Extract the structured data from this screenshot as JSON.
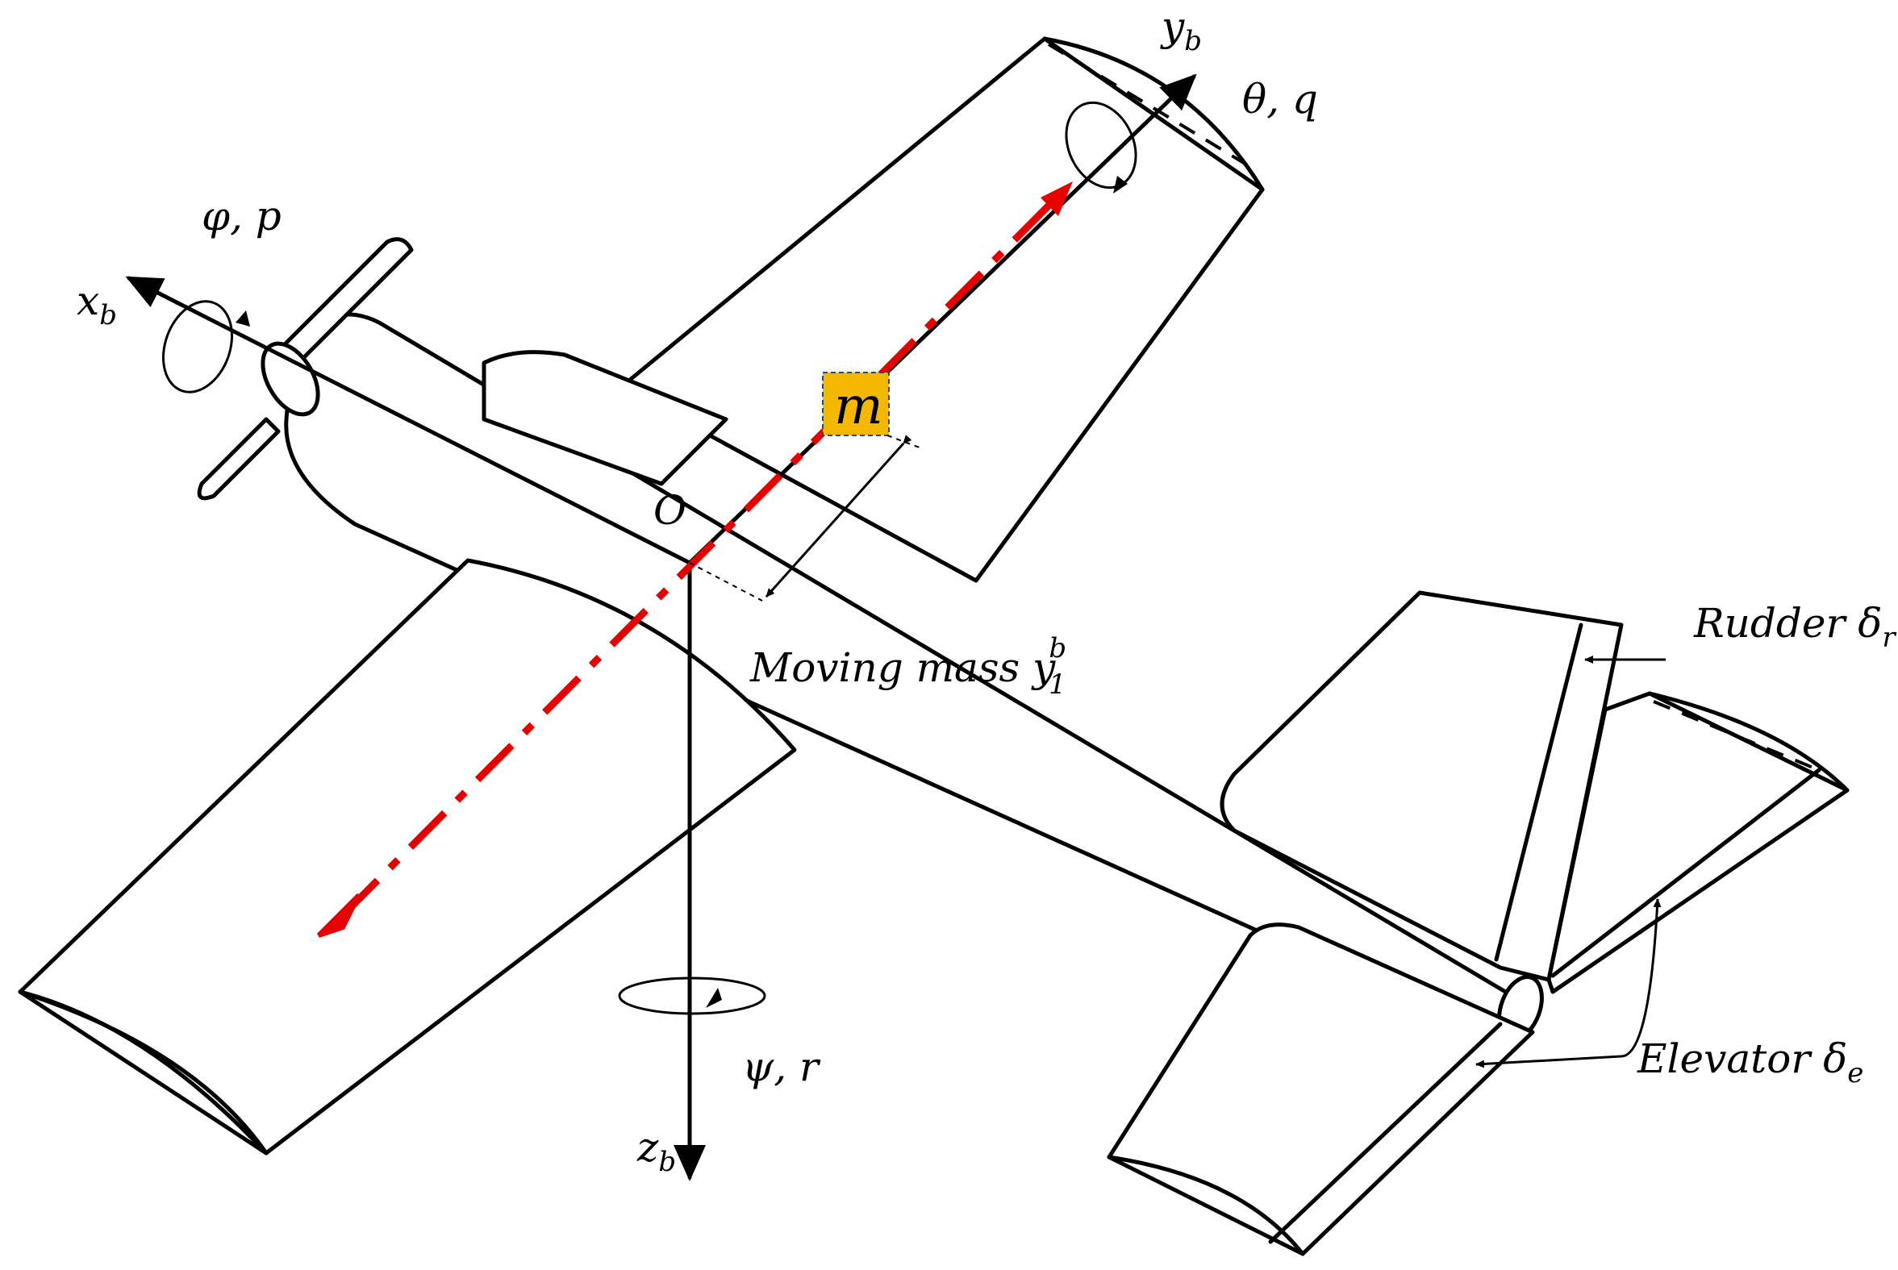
{
  "labels": {
    "xb": "x",
    "xb_sub": "b",
    "yb": "y",
    "yb_sub": "b",
    "zb": "z",
    "zb_sub": "b",
    "roll": "φ, p",
    "pitch": "θ, q",
    "yaw": "ψ, r",
    "origin": "O",
    "mass": "m",
    "moving_mass": "Moving mass y",
    "moving_mass_sup": "b",
    "moving_mass_sub": "1",
    "rudder": "Rudder δ",
    "rudder_sub": "r",
    "elevator": "Elevator δ",
    "elevator_sub": "e"
  },
  "colors": {
    "outline": "#000000",
    "arrow_red": "#e60000",
    "mass_box": "#f5b800"
  }
}
